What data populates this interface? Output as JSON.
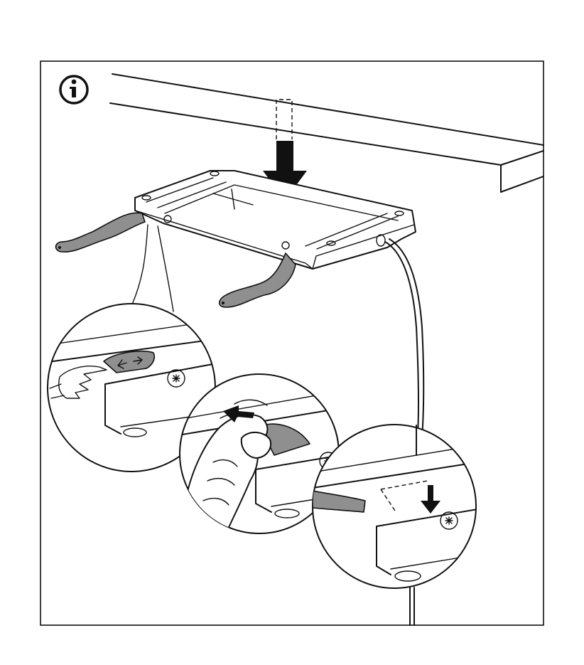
{
  "figure": {
    "info_icon": "info-icon",
    "panels": [
      {
        "id": "main",
        "description_icon": "arrow-down-icon"
      },
      {
        "id": "detail-1",
        "icon": "pointing-hand-icon"
      },
      {
        "id": "detail-2",
        "icon": "arrow-up-left-icon"
      },
      {
        "id": "detail-3",
        "icon": "arrow-down-icon"
      }
    ],
    "colors": {
      "line": "#111111",
      "tab": "#8f8f8f",
      "background": "#ffffff"
    }
  }
}
